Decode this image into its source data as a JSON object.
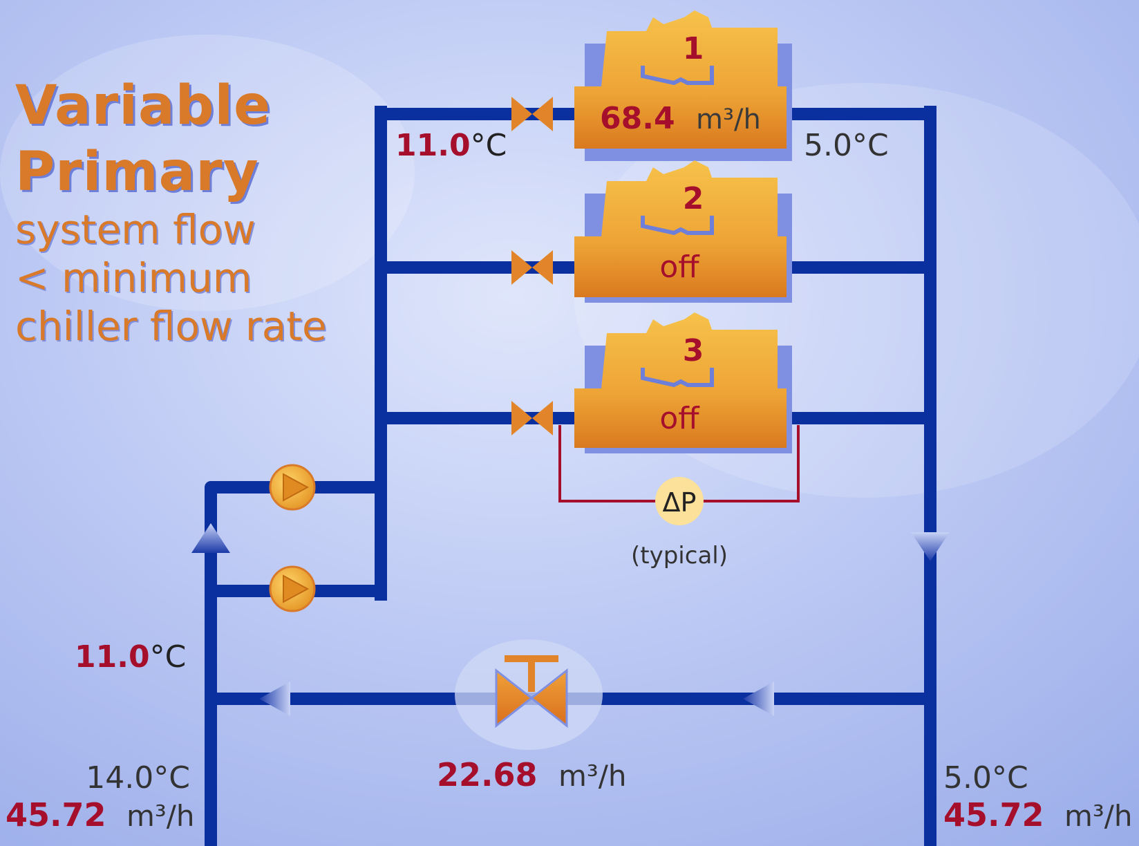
{
  "title": {
    "line1": "Variable",
    "line2": "Primary",
    "sub1": "system flow",
    "sub2": "< minimum",
    "sub3": "chiller flow rate"
  },
  "chillers": [
    {
      "number": "1",
      "flow_value": "68.4",
      "flow_unit": "m³/h"
    },
    {
      "number": "2",
      "status": "off"
    },
    {
      "number": "3",
      "status": "off"
    }
  ],
  "chiller1_inlet_temp": {
    "value": "11.0",
    "unit": "°C"
  },
  "chiller1_outlet_temp": "5.0°C",
  "dp_sensor": {
    "label": "ΔP",
    "note": "(typical)"
  },
  "bypass": {
    "flow_value": "22.68",
    "flow_unit": "m³/h"
  },
  "pump_return_temp": {
    "value": "11.0",
    "unit": "°C"
  },
  "return_main": {
    "temp": "14.0°C",
    "flow_value": "45.72",
    "flow_unit": "m³/h"
  },
  "supply_main": {
    "temp": "5.0°C",
    "flow_value": "45.72",
    "flow_unit": "m³/h"
  },
  "colors": {
    "pipe": "#0a2f9e",
    "chiller": "#eeaa33",
    "value_red": "#a50f2c",
    "title_orange": "#d97a2a",
    "dp_line": "#a50f2c"
  }
}
